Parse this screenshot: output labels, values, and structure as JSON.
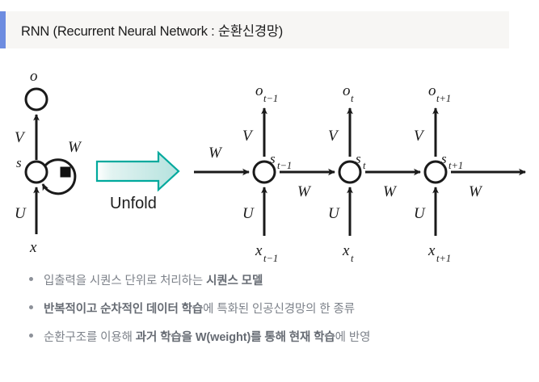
{
  "header": {
    "title": "RNN (Recurrent Neural Network : 순환신경망)",
    "accent_color": "#6d8ce0",
    "band_color": "#f7f6f4"
  },
  "diagram": {
    "unfold_label": "Unfold",
    "arrow_color": "#00a99d",
    "folded": {
      "output_label": "o",
      "state_label": "s",
      "input_label": "x",
      "weight_v": "V",
      "weight_u": "U",
      "weight_w": "W"
    },
    "unfolded": {
      "weight_v": "V",
      "weight_u": "U",
      "weight_w": "W",
      "steps": [
        {
          "output": "o",
          "output_sub": "t−1",
          "state": "s",
          "state_sub": "t−1",
          "input": "x",
          "input_sub": "t−1"
        },
        {
          "output": "o",
          "output_sub": "t",
          "state": "s",
          "state_sub": "t",
          "input": "x",
          "input_sub": "t"
        },
        {
          "output": "o",
          "output_sub": "t+1",
          "state": "s",
          "state_sub": "t+1",
          "input": "x",
          "input_sub": "t+1"
        }
      ]
    }
  },
  "bullets": [
    {
      "plain_before": "입출력을 시퀀스 단위로 처리하는 ",
      "bold": "시퀀스 모델",
      "plain_after": ""
    },
    {
      "plain_before": "",
      "bold": "반복적이고 순차적인 데이터 학습",
      "plain_after": "에 특화된 인공신경망의 한 종류"
    },
    {
      "plain_before": "순환구조를 이용해 ",
      "bold": "과거 학습을 W(weight)를 통해 현재 학습",
      "plain_after": "에 반영"
    }
  ]
}
